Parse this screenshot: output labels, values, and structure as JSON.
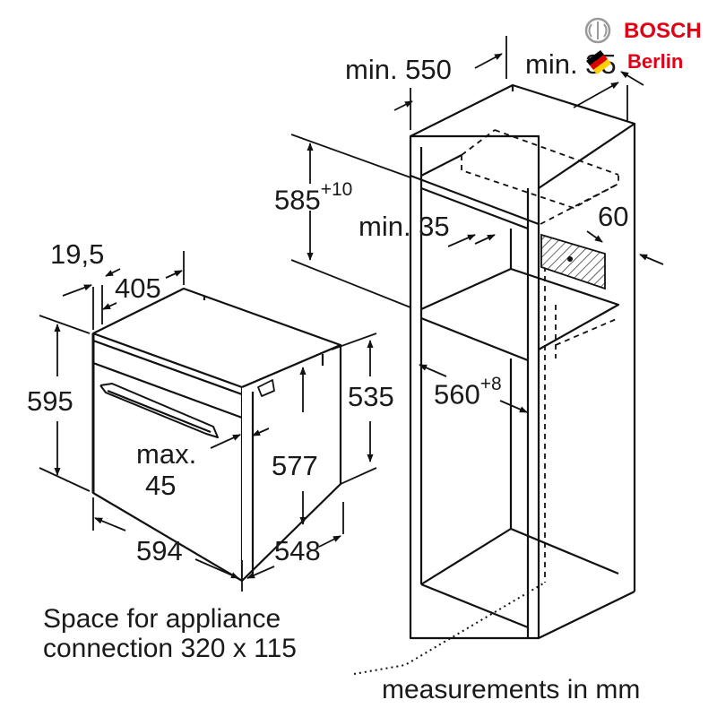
{
  "logo": {
    "brand": "BOSCH",
    "city": "Berlin",
    "colors": {
      "brand": "#e20015",
      "bar_black": "#000000",
      "bar_red": "#dd0000",
      "bar_gold": "#ffce00"
    }
  },
  "dimensions": {
    "niche_width_min": "min. 550",
    "rear_gap_min": "min. 35",
    "niche_height_main": "585",
    "niche_height_tol": "+10",
    "shelf_gap_min": "min. 35",
    "vent_depth": "60",
    "niche_width_main": "560",
    "niche_width_tol": "+8",
    "panel_thickness": "19,5",
    "handle_depth": "405",
    "oven_height": "595",
    "body_height": "535",
    "body_height_front": "577",
    "gap_max_line1": "max.",
    "gap_max_line2": "45",
    "oven_width": "594",
    "oven_depth": "548"
  },
  "notes": {
    "connection_line1": "Space for appliance",
    "connection_line2": "connection 320 x 115",
    "units": "measurements in mm"
  }
}
